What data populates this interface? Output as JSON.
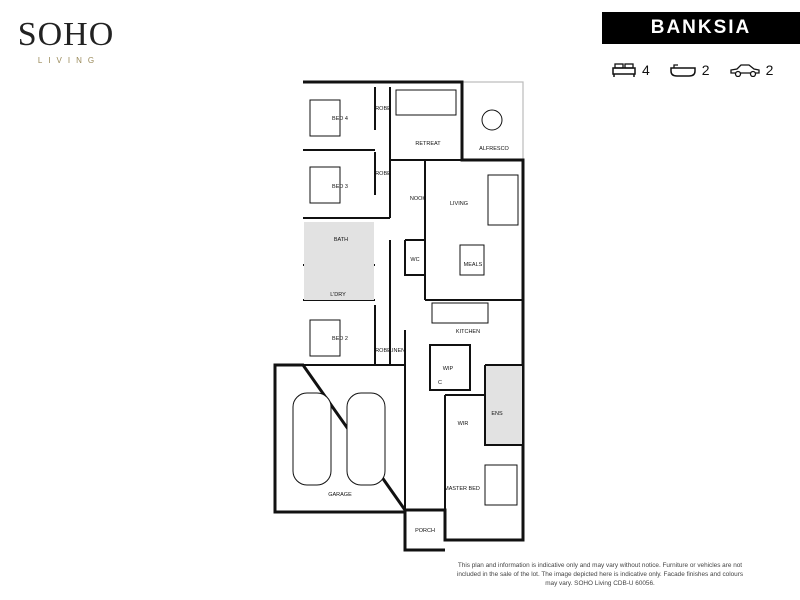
{
  "brand": {
    "name": "SOHO",
    "tagline": "LIVING"
  },
  "plan_name": "BANKSIA",
  "features": [
    {
      "icon": "bed-icon",
      "count": "4"
    },
    {
      "icon": "bath-icon",
      "count": "2"
    },
    {
      "icon": "car-icon",
      "count": "2"
    }
  ],
  "rooms": {
    "bed4": "BED 4",
    "robe4": "ROBE",
    "retreat": "RETREAT",
    "alfresco": "ALFRESCO",
    "bed3": "BED 3",
    "robe3": "ROBE",
    "nook": "NOOK",
    "living": "LIVING",
    "bath": "BATH",
    "wc": "WC",
    "meals": "MEALS",
    "ldry": "L'DRY",
    "bed2": "BED 2",
    "robe2": "ROBE",
    "linen": "LINEN",
    "kitchen": "KITCHEN",
    "wip": "WIP",
    "c": "C",
    "ens": "ENS",
    "wir": "WIR",
    "garage": "GARAGE",
    "master": "MASTER BED",
    "porch": "PORCH"
  },
  "disclaimer": "This plan and information is indicative only and may vary without notice. Furniture or vehicles are not included in the sale of the lot. The image depicted here is indicative only. Facade finishes and colours may vary. SOHO Living CDB-U 60056."
}
